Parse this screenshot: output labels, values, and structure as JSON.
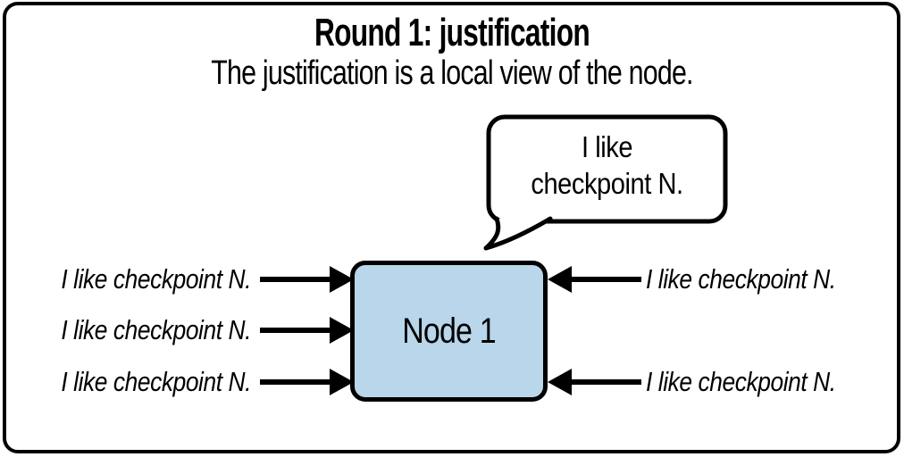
{
  "title": "Round 1: justification",
  "subtitle": "The justification is a local view of the node.",
  "speech_bubble": {
    "line1": "I like",
    "line2": "checkpoint N."
  },
  "node": {
    "label": "Node 1"
  },
  "incoming_messages": {
    "left": [
      "I like checkpoint N.",
      "I like checkpoint N.",
      "I like checkpoint N."
    ],
    "right": [
      "I like checkpoint N.",
      "I like checkpoint N."
    ]
  },
  "colors": {
    "node_fill": "#b9d6ea",
    "stroke": "#000000",
    "background": "#ffffff"
  }
}
